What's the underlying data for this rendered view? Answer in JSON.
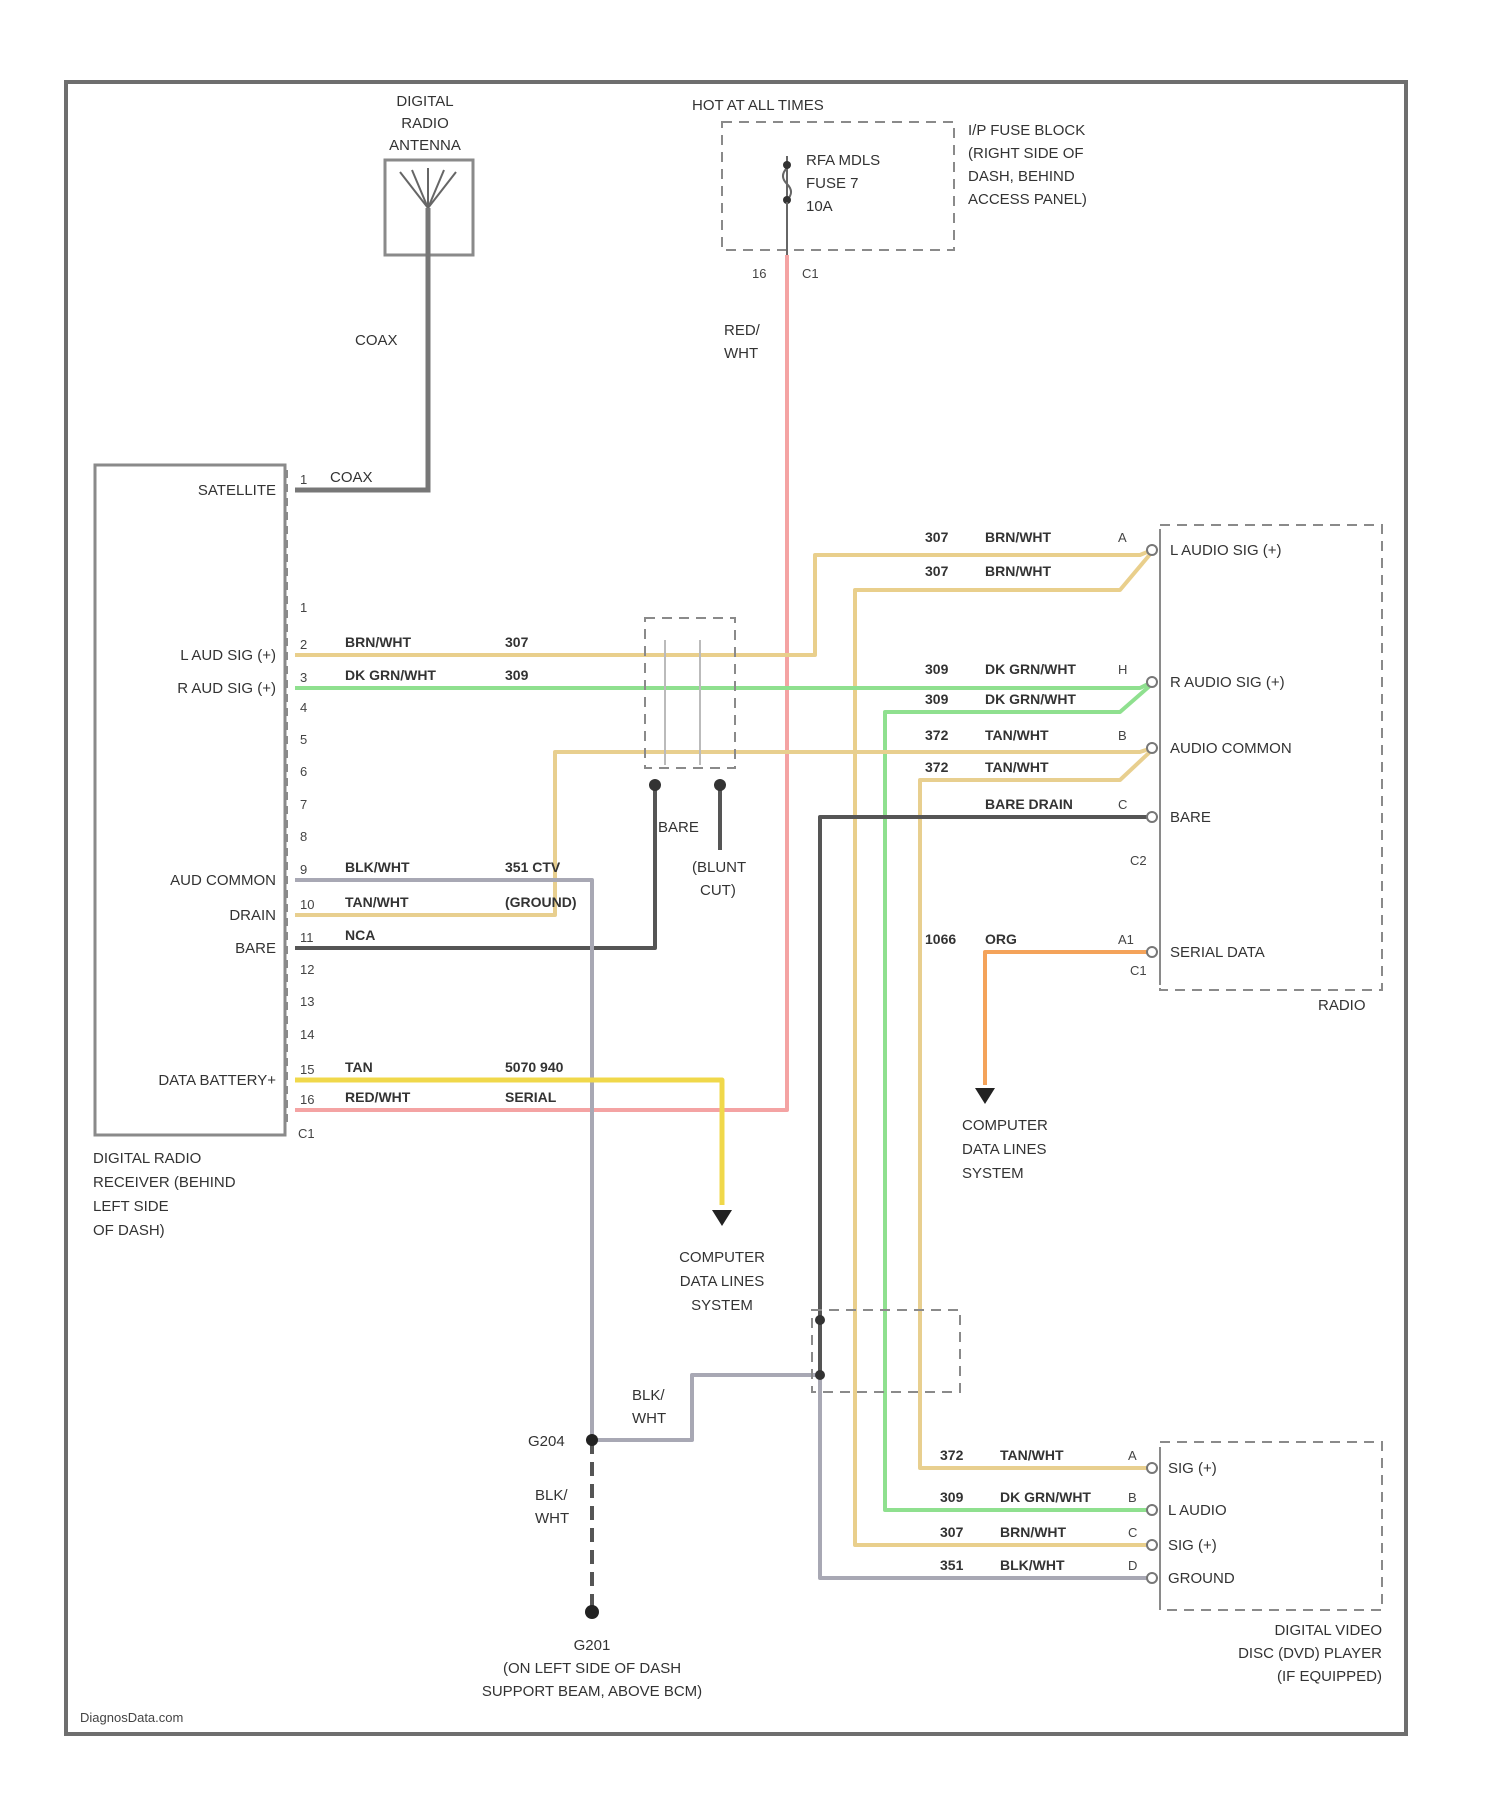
{
  "title_block": {
    "watermark": "DiagnosData.com"
  },
  "colors": {
    "red_wht": "#f4a3a3",
    "brn_wht": "#e9cf8c",
    "dkgrn_wht": "#8fe08f",
    "tan_wht": "#e8cf8f",
    "yel_wht": "#f0d84a",
    "blk_wht": "#a8a8b4",
    "black": "#555555",
    "orange": "#f4a35a",
    "coax": "#777777"
  },
  "antenna": {
    "label_lines": [
      "DIGITAL",
      "RADIO",
      "ANTENNA"
    ],
    "wire_label": "COAX"
  },
  "fuse": {
    "hot_label": "HOT AT ALL TIMES",
    "fuse_lines": [
      "RFA MDLS",
      "FUSE 7",
      "10A"
    ],
    "block_lines": [
      "I/P FUSE BLOCK",
      "(RIGHT SIDE OF",
      "DASH, BEHIND",
      "ACCESS PANEL)"
    ],
    "pin": "16",
    "connector": "C1",
    "wire_lines": [
      "RED/",
      "WHT"
    ]
  },
  "receiver": {
    "pins": [
      {
        "num": "1",
        "label": "SATELLITE",
        "wire": "COAX",
        "circuit": ""
      },
      {
        "num": "1",
        "label": "",
        "wire": "",
        "circuit": ""
      },
      {
        "num": "2",
        "label": "L AUD SIG (+)",
        "wire": "BRN/WHT",
        "circuit": "307"
      },
      {
        "num": "3",
        "label": "R AUD SIG (+)",
        "wire": "DK GRN/WHT",
        "circuit": "309"
      },
      {
        "num": "4",
        "label": "",
        "wire": "",
        "circuit": ""
      },
      {
        "num": "5",
        "label": "",
        "wire": "",
        "circuit": ""
      },
      {
        "num": "6",
        "label": "",
        "wire": "",
        "circuit": ""
      },
      {
        "num": "7",
        "label": "",
        "wire": "",
        "circuit": ""
      },
      {
        "num": "8",
        "label": "",
        "wire": "",
        "circuit": ""
      },
      {
        "num": "9",
        "label": "AUD COMMON",
        "wire": "BLK/WHT",
        "circuit": "351 CTV"
      },
      {
        "num": "10",
        "label": "DRAIN",
        "wire": "TAN/WHT",
        "circuit": "(GROUND)"
      },
      {
        "num": "11",
        "label": "BARE",
        "wire": "NCA",
        "circuit": ""
      },
      {
        "num": "12",
        "label": "",
        "wire": "",
        "circuit": ""
      },
      {
        "num": "13",
        "label": "",
        "wire": "",
        "circuit": ""
      },
      {
        "num": "14",
        "label": "",
        "wire": "",
        "circuit": ""
      },
      {
        "num": "15",
        "label": "DATA BATTERY+",
        "wire": "TAN",
        "circuit": "5070 940"
      },
      {
        "num": "16",
        "label": "",
        "wire": "RED/WHT",
        "circuit": "SERIAL"
      }
    ],
    "connector": "C1",
    "name_lines": [
      "DIGITAL RADIO",
      "RECEIVER (BEHIND",
      "LEFT SIDE",
      "OF DASH)"
    ]
  },
  "shield": {
    "bare_label": "BARE",
    "blunt_lines": [
      "(BLUNT",
      "CUT)"
    ]
  },
  "radio": {
    "rows": [
      {
        "circuit": "307",
        "wire": "BRN/WHT",
        "pin": "A",
        "label": "L AUDIO SIG (+)"
      },
      {
        "circuit": "307",
        "wire": "BRN/WHT",
        "pin": "",
        "label": ""
      },
      {
        "circuit": "309",
        "wire": "DK GRN/WHT",
        "pin": "H",
        "label": "R AUDIO SIG (+)"
      },
      {
        "circuit": "309",
        "wire": "DK GRN/WHT",
        "pin": "",
        "label": ""
      },
      {
        "circuit": "372",
        "wire": "TAN/WHT",
        "pin": "B",
        "label": "AUDIO COMMON"
      },
      {
        "circuit": "372",
        "wire": "TAN/WHT",
        "pin": "",
        "label": ""
      },
      {
        "circuit": "",
        "wire": "BARE DRAIN",
        "pin": "C",
        "label": "BARE"
      },
      {
        "circuit": "1066",
        "wire": "ORG",
        "pin": "A1",
        "label": "SERIAL DATA"
      }
    ],
    "connector_c2": "C2",
    "connector_c1": "C1",
    "name": "RADIO"
  },
  "data_links": {
    "left_lines": [
      "COMPUTER",
      "DATA LINES",
      "SYSTEM"
    ],
    "right_lines": [
      "COMPUTER",
      "DATA LINES",
      "SYSTEM"
    ]
  },
  "ground": {
    "splice": "G204",
    "wire_lines": [
      "BLK/",
      "WHT"
    ],
    "wire_lines_2": [
      "BLK/",
      "WHT"
    ],
    "point": "G201",
    "location_lines": [
      "G201",
      "(ON LEFT SIDE OF DASH",
      "SUPPORT BEAM, ABOVE BCM)"
    ]
  },
  "dvd": {
    "rows": [
      {
        "circuit": "372",
        "wire": "TAN/WHT",
        "pin": "A",
        "label": "SIG (+)"
      },
      {
        "circuit": "309",
        "wire": "DK GRN/WHT",
        "pin": "B",
        "label": "L AUDIO"
      },
      {
        "circuit": "307",
        "wire": "BRN/WHT",
        "pin": "C",
        "label": "SIG (+)"
      },
      {
        "circuit": "351",
        "wire": "BLK/WHT",
        "pin": "D",
        "label": "GROUND"
      }
    ],
    "name_lines": [
      "DIGITAL VIDEO",
      "DISC (DVD) PLAYER",
      "(IF EQUIPPED)"
    ]
  }
}
